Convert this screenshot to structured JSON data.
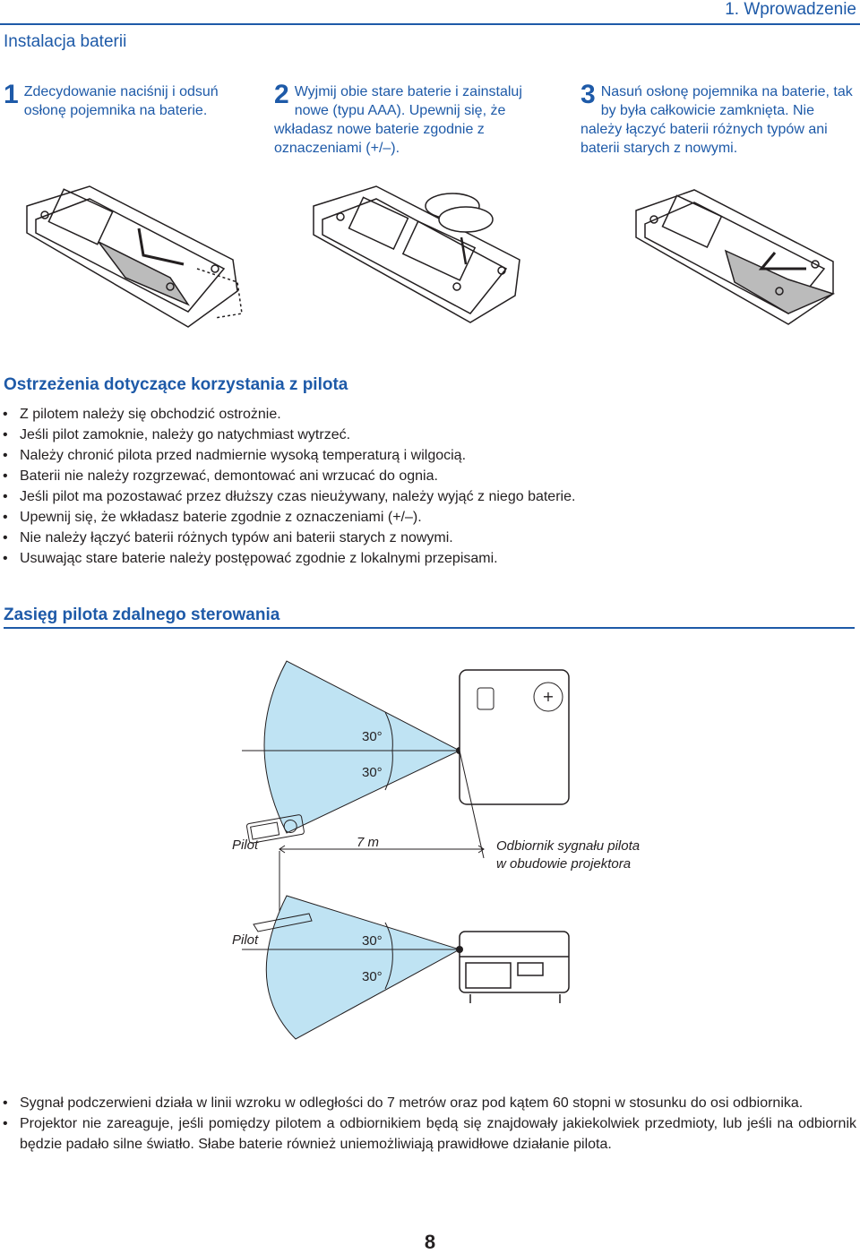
{
  "header": {
    "chapter": "1. Wprowadzenie"
  },
  "battery": {
    "title": "Instalacja baterii",
    "steps": [
      {
        "num": "1",
        "text": "Zdecydowanie naciśnij i odsuń osłonę pojemnika na baterie."
      },
      {
        "num": "2",
        "text": "Wyjmij obie stare baterie i zainstaluj nowe (typu AAA). Upewnij się, że wkładasz nowe baterie zgodnie z oznaczeniami (+/–)."
      },
      {
        "num": "3",
        "text": "Nasuń osłonę pojemnika na baterie, tak by była całkowicie zamknięta. Nie należy łączyć baterii różnych typów ani baterii starych z nowymi."
      }
    ]
  },
  "warnings": {
    "title": "Ostrzeżenia dotyczące korzystania z pilota",
    "items": [
      "Z pilotem należy się obchodzić ostrożnie.",
      "Jeśli pilot zamoknie, należy go natychmiast wytrzeć.",
      "Należy chronić pilota przed nadmiernie wysoką temperaturą i wilgocią.",
      "Baterii nie należy rozgrzewać, demontować ani wrzucać do ognia.",
      "Jeśli pilot ma pozostawać przez dłuższy czas nieużywany, należy wyjąć z niego baterie.",
      "Upewnij się, że wkładasz baterie zgodnie z oznaczeniami (+/–).",
      "Nie należy łączyć baterii różnych typów ani baterii starych z nowymi.",
      "Usuwając stare baterie należy postępować zgodnie z lokalnymi przepisami."
    ]
  },
  "range": {
    "title": "Zasięg pilota zdalnego sterowania",
    "angle_top_1": "30°",
    "angle_top_2": "30°",
    "angle_bottom_1": "30°",
    "angle_bottom_2": "30°",
    "remote_label_1": "Pilot",
    "remote_label_2": "Pilot",
    "distance_label": "7 m",
    "receiver_label_1": "Odbiornik sygnału pilota",
    "receiver_label_2": "w obudowie projektora",
    "notes": [
      "Sygnał podczerwieni działa w linii wzroku w odległości do 7 metrów oraz pod kątem 60 stopni w stosunku do osi odbiornika.",
      "Projektor nie zareaguje, jeśli pomiędzy pilotem a odbiornikiem będą się znajdowały jakiekolwiek przedmioty, lub jeśli na odbiornik będzie padało silne światło. Słabe baterie również uniemożliwiają prawidłowe działanie pilota."
    ]
  },
  "footer": {
    "page": "8"
  },
  "colors": {
    "accent": "#1e5aa8",
    "cone": "#bfe3f3"
  }
}
